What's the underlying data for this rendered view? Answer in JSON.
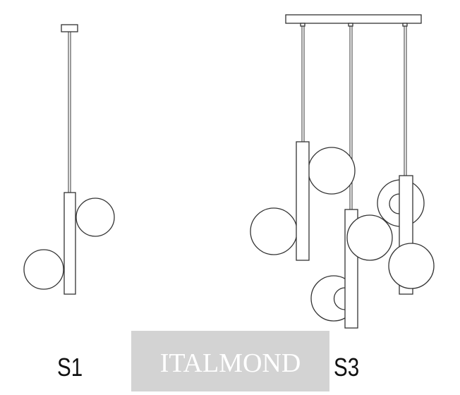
{
  "labels": {
    "single": "S1",
    "triple": "S3"
  },
  "watermark": {
    "text": "ITALMOND"
  },
  "colors": {
    "line": "#333333",
    "watermark_bg": "#d3d3d3",
    "watermark_text": "#ffffff"
  }
}
